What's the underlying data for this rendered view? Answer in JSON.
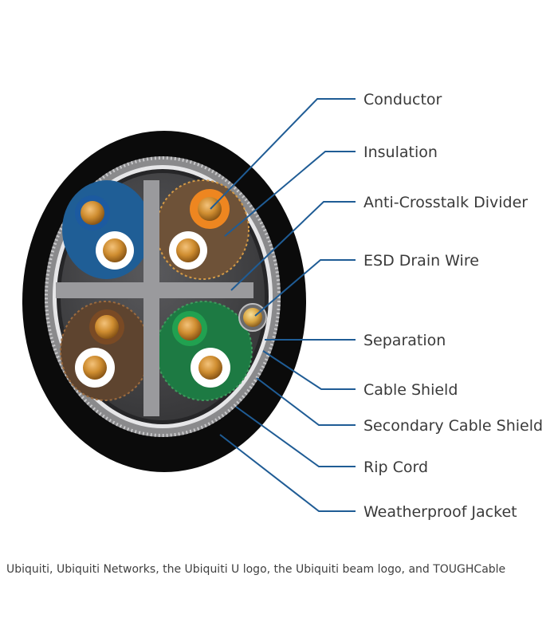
{
  "labels": {
    "conductor": "Conductor",
    "insulation": "Insulation",
    "anti_crosstalk_divider": "Anti-Crosstalk Divider",
    "esd_drain_wire": "ESD Drain Wire",
    "separation": "Separation",
    "cable_shield": "Cable Shield",
    "secondary_cable_shield": "Secondary Cable Shield",
    "rip_cord": "Rip Cord",
    "weatherproof_jacket": "Weatherproof Jacket"
  },
  "footer": {
    "text": "Ubiquiti, Ubiquiti Networks, the Ubiquiti U logo, the Ubiquiti beam logo, and TOUGHCable"
  },
  "colors": {
    "leader_line": "#1f5c95",
    "jacket": "#0c0c0c",
    "core": "#4a4a4c",
    "blue_pair": "#1f5e96",
    "orange_pair": "#ee8a22",
    "brown_pair": "#7a4a24",
    "green_pair": "#1f8a47",
    "copper": "#c88a2c"
  }
}
